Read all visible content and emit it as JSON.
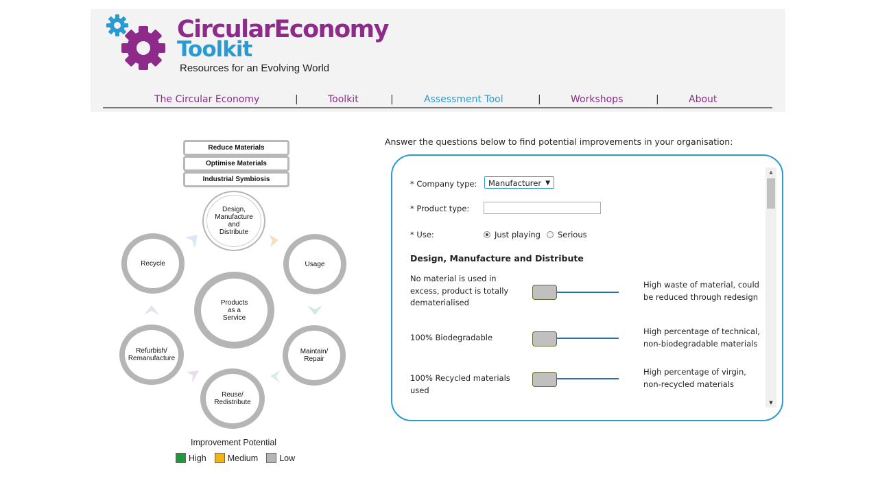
{
  "header": {
    "brand_line1": "CircularEconomy",
    "brand_line2": "Toolkit",
    "tagline": "Resources for an Evolving World",
    "nav": [
      {
        "label": "The Circular Economy"
      },
      {
        "label": "Toolkit"
      },
      {
        "label": "Assessment Tool",
        "active": true
      },
      {
        "label": "Workshops"
      },
      {
        "label": "About"
      }
    ],
    "separator": "|"
  },
  "diagram": {
    "strategies": [
      "Reduce Materials",
      "Optimise Materials",
      "Industrial Symbiosis"
    ],
    "stages": {
      "design": "Design,\nManufacture\nand\nDistribute",
      "usage": "Usage",
      "maintain": "Maintain/\nRepair",
      "reuse": "Reuse/\nRedistribute",
      "refurbish": "Refurbish/\nRemanufacture",
      "recycle": "Recycle",
      "paas": "Products\nas a\nService"
    },
    "legend": {
      "title": "Improvement Potential",
      "items": [
        {
          "label": "High",
          "color": "#1e9a3c"
        },
        {
          "label": "Medium",
          "color": "#f2b315"
        },
        {
          "label": "Low",
          "color": "#b5b5b5"
        }
      ]
    }
  },
  "form": {
    "intro": "Answer the questions below to find potential improvements in your organisation:",
    "company_type": {
      "label": "* Company type:",
      "value": "Manufacturer",
      "caret": "▼"
    },
    "product_type": {
      "label": "* Product type:",
      "value": ""
    },
    "use": {
      "label": "* Use:",
      "options": [
        "Just playing",
        "Serious"
      ],
      "selected": "Just playing"
    },
    "section_title": "Design, Manufacture and Distribute",
    "questions": [
      {
        "left": "No material is used in excess, product is totally dematerialised",
        "right": "High waste of material, could be reduced through redesign",
        "level": 0
      },
      {
        "left": "100% Biodegradable",
        "right": "High percentage of technical, non-biodegradable materials",
        "level": 0
      },
      {
        "left": "100% Recycled materials used",
        "right": "High percentage of virgin, non-recycled materials",
        "level": 0
      }
    ],
    "scroll_up": "▲",
    "scroll_down": "▼"
  },
  "colors": {
    "brand_purple": "#8e2a8a",
    "brand_blue": "#2a9bd0"
  }
}
